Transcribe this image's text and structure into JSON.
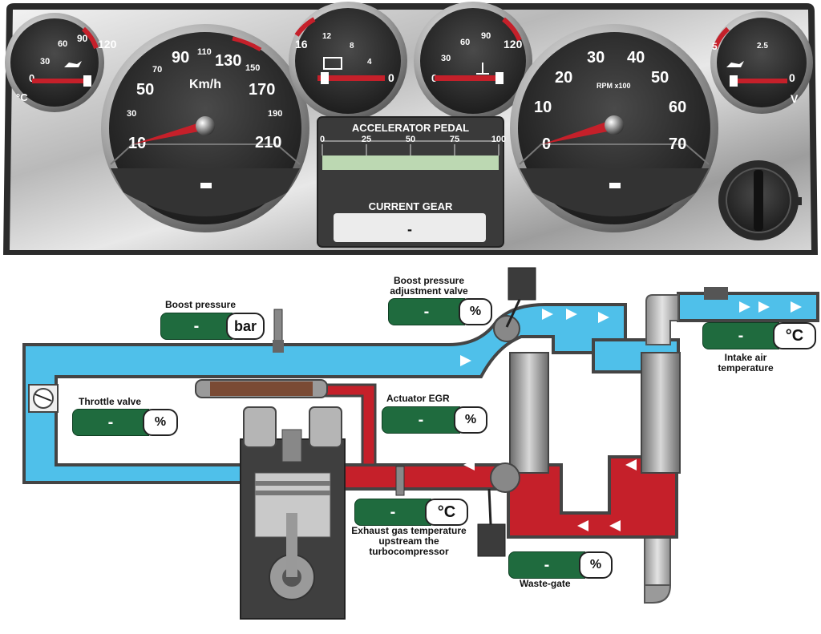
{
  "dashboard": {
    "oil_temp": {
      "unit": "°C",
      "ticks": [
        "0",
        "30",
        "60",
        "90",
        "120"
      ]
    },
    "speedometer": {
      "unit": "Km/h",
      "ticks": [
        "10",
        "30",
        "50",
        "70",
        "90",
        "110",
        "130",
        "150",
        "170",
        "190",
        "210"
      ],
      "readout": "-"
    },
    "battery": {
      "ticks": [
        "16",
        "12",
        "8",
        "4",
        "0"
      ]
    },
    "coolant": {
      "ticks": [
        "0",
        "30",
        "60",
        "90",
        "120"
      ]
    },
    "tachometer": {
      "unit": "RPM x100",
      "ticks": [
        "0",
        "10",
        "20",
        "30",
        "40",
        "50",
        "60",
        "70"
      ],
      "readout": "-"
    },
    "oil_pressure": {
      "unit": "V",
      "ticks": [
        "5",
        "2.5",
        "0"
      ]
    },
    "accelerator": {
      "title": "ACCELERATOR PEDAL",
      "ticks": [
        "0",
        "25",
        "50",
        "75",
        "100"
      ],
      "level": 0
    },
    "gear": {
      "title": "CURRENT GEAR",
      "value": "-"
    }
  },
  "diagram": {
    "boost_pressure": {
      "label": "Boost pressure",
      "value": "-",
      "unit": "bar"
    },
    "boost_valve": {
      "label_line1": "Boost pressure",
      "label_line2": "adjustment valve",
      "value": "-",
      "unit": "%"
    },
    "intake_air": {
      "label_line1": "Intake air",
      "label_line2": "temperature",
      "value": "-",
      "unit": "°C"
    },
    "throttle": {
      "label": "Throttle valve",
      "value": "-",
      "unit": "%"
    },
    "egr": {
      "label": "Actuator EGR",
      "value": "-",
      "unit": "%"
    },
    "exhaust_temp": {
      "label_line1": "Exhaust gas temperature",
      "label_line2": "upstream the",
      "label_line3": "turbocompressor",
      "value": "-",
      "unit": "°C"
    },
    "wastegate": {
      "label": "Waste-gate",
      "value": "-",
      "unit": "%"
    }
  },
  "colors": {
    "intake": "#4fc0ea",
    "exhaust": "#c5202a",
    "readout": "#1f6b3e",
    "panel": "#3a3a3a"
  }
}
